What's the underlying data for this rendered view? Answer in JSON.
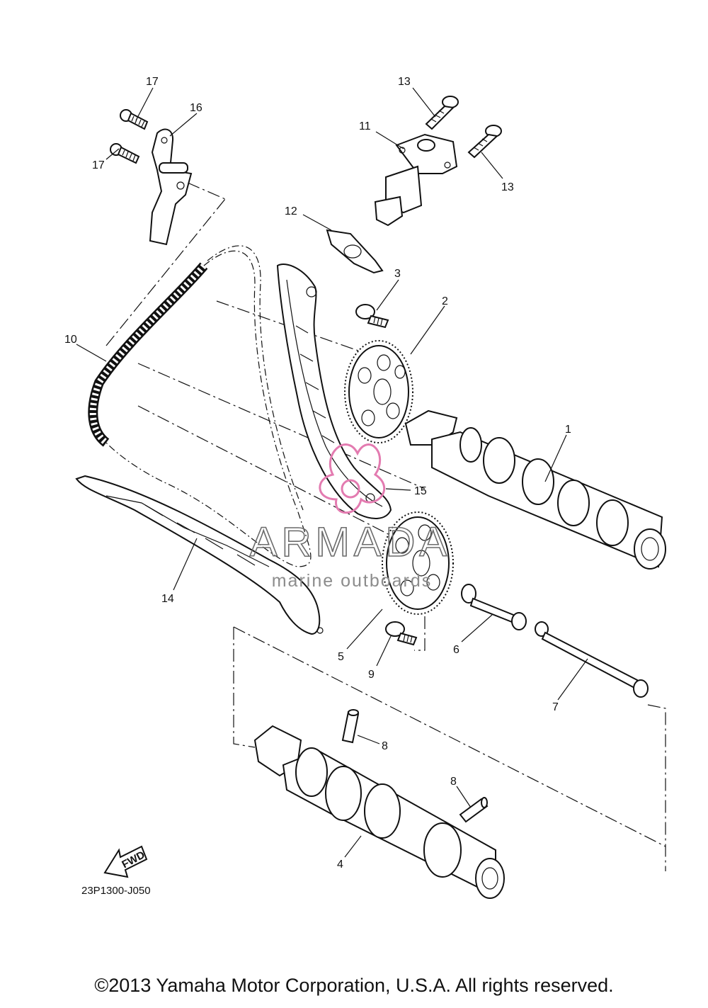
{
  "callouts": {
    "c1": "1",
    "c2": "2",
    "c3": "3",
    "c4": "4",
    "c5": "5",
    "c6": "6",
    "c7": "7",
    "c8a": "8",
    "c8b": "8",
    "c9": "9",
    "c10": "10",
    "c11": "11",
    "c12": "12",
    "c13a": "13",
    "c13b": "13",
    "c14": "14",
    "c15": "15",
    "c16": "16",
    "c17a": "17",
    "c17b": "17"
  },
  "fwd_label": "FWD",
  "diagram_code": "23P1300-J050",
  "watermark": {
    "main": "ARMADA",
    "sub": "marine outboards",
    "accent_color": "#e37bb0"
  },
  "copyright": "©2013 Yamaha Motor Corporation, U.S.A. All rights reserved."
}
